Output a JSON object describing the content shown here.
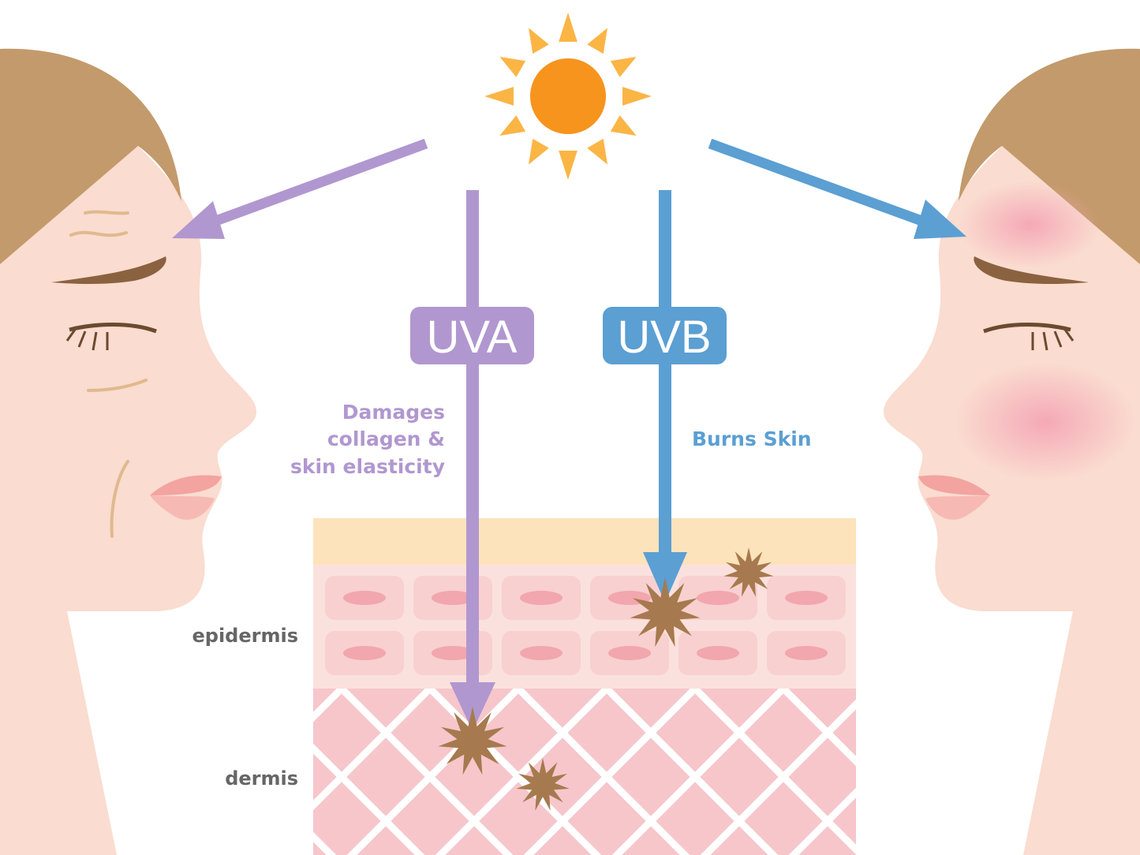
{
  "title_labels": {
    "uva": "UVA",
    "uvb": "UVB"
  },
  "uva_effect": [
    "Damages",
    "collagen &",
    "skin elasticity"
  ],
  "uvb_effect": "Burns Skin",
  "layers": {
    "epidermis": "epidermis",
    "dermis": "dermis"
  },
  "colors": {
    "uva": "#b197cf",
    "uvb": "#5b9fd3",
    "sun": "#f7941d",
    "rays": "#fbb545",
    "skin": "#fadcd0",
    "hair": "#c39a6b",
    "damage": "#a67a4e"
  }
}
